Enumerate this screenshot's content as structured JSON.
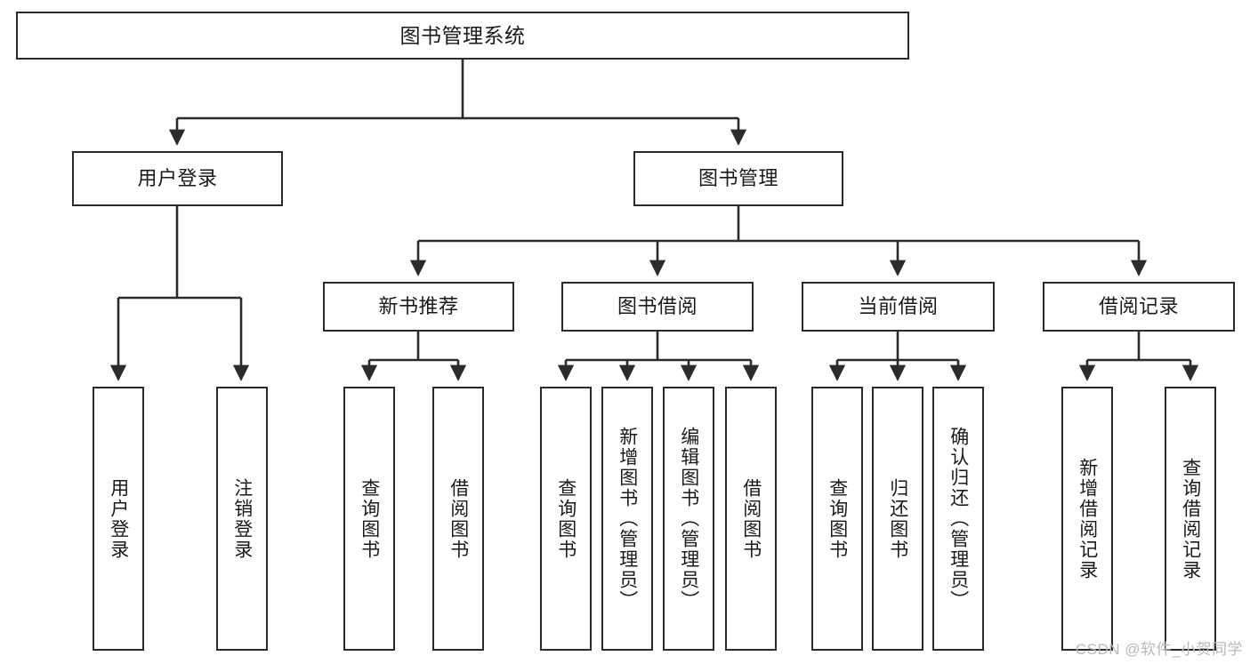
{
  "diagram": {
    "title": "图书管理系统",
    "type": "tree",
    "watermark": "CSDN @软件_小贺同学",
    "colors": {
      "node_border": "#2b2b2b",
      "node_fill": "#ffffff",
      "edge": "#2b2b2b",
      "text": "#1a1a1a",
      "background": "#ffffff",
      "watermark": "#b9b9b9"
    },
    "nodes": {
      "root": {
        "label": "图书管理系统"
      },
      "level2": [
        {
          "id": "user-login",
          "label": "用户登录"
        },
        {
          "id": "book-manage",
          "label": "图书管理"
        }
      ],
      "level3": [
        {
          "id": "new-book-recommend",
          "label": "新书推荐"
        },
        {
          "id": "book-borrow",
          "label": "图书借阅"
        },
        {
          "id": "current-borrow",
          "label": "当前借阅"
        },
        {
          "id": "borrow-record",
          "label": "借阅记录"
        }
      ],
      "leaves": {
        "user-login": [
          {
            "id": "leaf-user-login",
            "label": "用户登录"
          },
          {
            "id": "leaf-logout",
            "label": "注销登录"
          }
        ],
        "new-book-recommend": [
          {
            "id": "leaf-query-book-1",
            "label": "查询图书"
          },
          {
            "id": "leaf-borrow-book-1",
            "label": "借阅图书"
          }
        ],
        "book-borrow": [
          {
            "id": "leaf-query-book-2",
            "label": "查询图书"
          },
          {
            "id": "leaf-add-book",
            "label": "新增图书（管理员）"
          },
          {
            "id": "leaf-edit-book",
            "label": "编辑图书（管理员）"
          },
          {
            "id": "leaf-borrow-book-2",
            "label": "借阅图书"
          }
        ],
        "current-borrow": [
          {
            "id": "leaf-query-book-3",
            "label": "查询图书"
          },
          {
            "id": "leaf-return-book",
            "label": "归还图书"
          },
          {
            "id": "leaf-confirm-return",
            "label": "确认归还（管理员）"
          }
        ],
        "borrow-record": [
          {
            "id": "leaf-add-record",
            "label": "新增借阅记录"
          },
          {
            "id": "leaf-query-record",
            "label": "查询借阅记录"
          }
        ]
      }
    }
  }
}
